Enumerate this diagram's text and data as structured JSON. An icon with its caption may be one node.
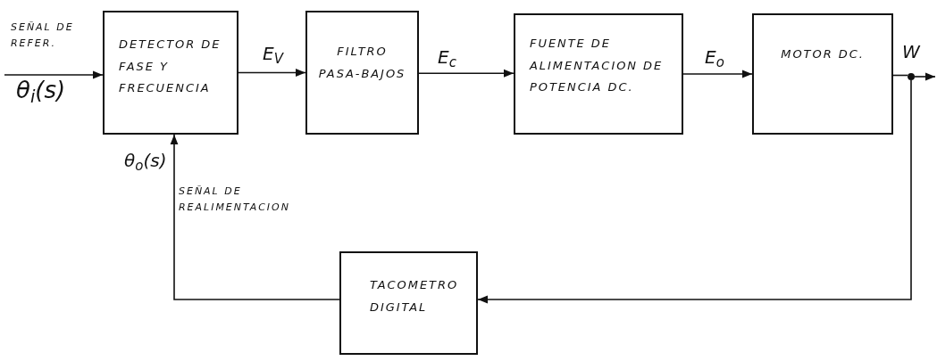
{
  "diagram": {
    "nodes": [
      {
        "text": [
          "DETECTOR DE FASE Y FRECUENCIA"
        ]
      },
      {
        "text": [
          "FILTRO PASA-BAJOS"
        ]
      },
      {
        "text": [
          "FUENTE DE ALIMENTACION DE POTENCIA DC."
        ]
      },
      {
        "text": [
          "MOTOR DC."
        ]
      },
      {
        "text": [
          "TACOMETRO DIGITAL"
        ]
      },
      {
        "text": [],
        "shape": "circle"
      }
    ],
    "edges": [
      {
        "from": null,
        "to": 0,
        "arrow": "to",
        "label": "θ$_{i}$(s)"
      },
      {
        "from": 0,
        "to": 1,
        "arrow": "to",
        "label": "E$_{V}$"
      },
      {
        "from": 1,
        "to": 2,
        "arrow": "to",
        "label": "E$_{c}$"
      },
      {
        "from": 2,
        "to": 3,
        "arrow": "to",
        "label": "E$_{o}$"
      },
      {
        "from": 3,
        "to": 5,
        "arrow": "none"
      },
      {
        "from": 5,
        "to": null,
        "arrow": "to",
        "label": "W"
      },
      {
        "from": 5,
        "to": 4,
        "arrow": "to"
      },
      {
        "from": 4,
        "to": 0,
        "arrow": "to",
        "label": "θ$_{o}$(s)"
      }
    ],
    "labels": [
      "SEÑAL DE REFER.",
      "SEÑAL DE REALIMENTACION"
    ]
  }
}
